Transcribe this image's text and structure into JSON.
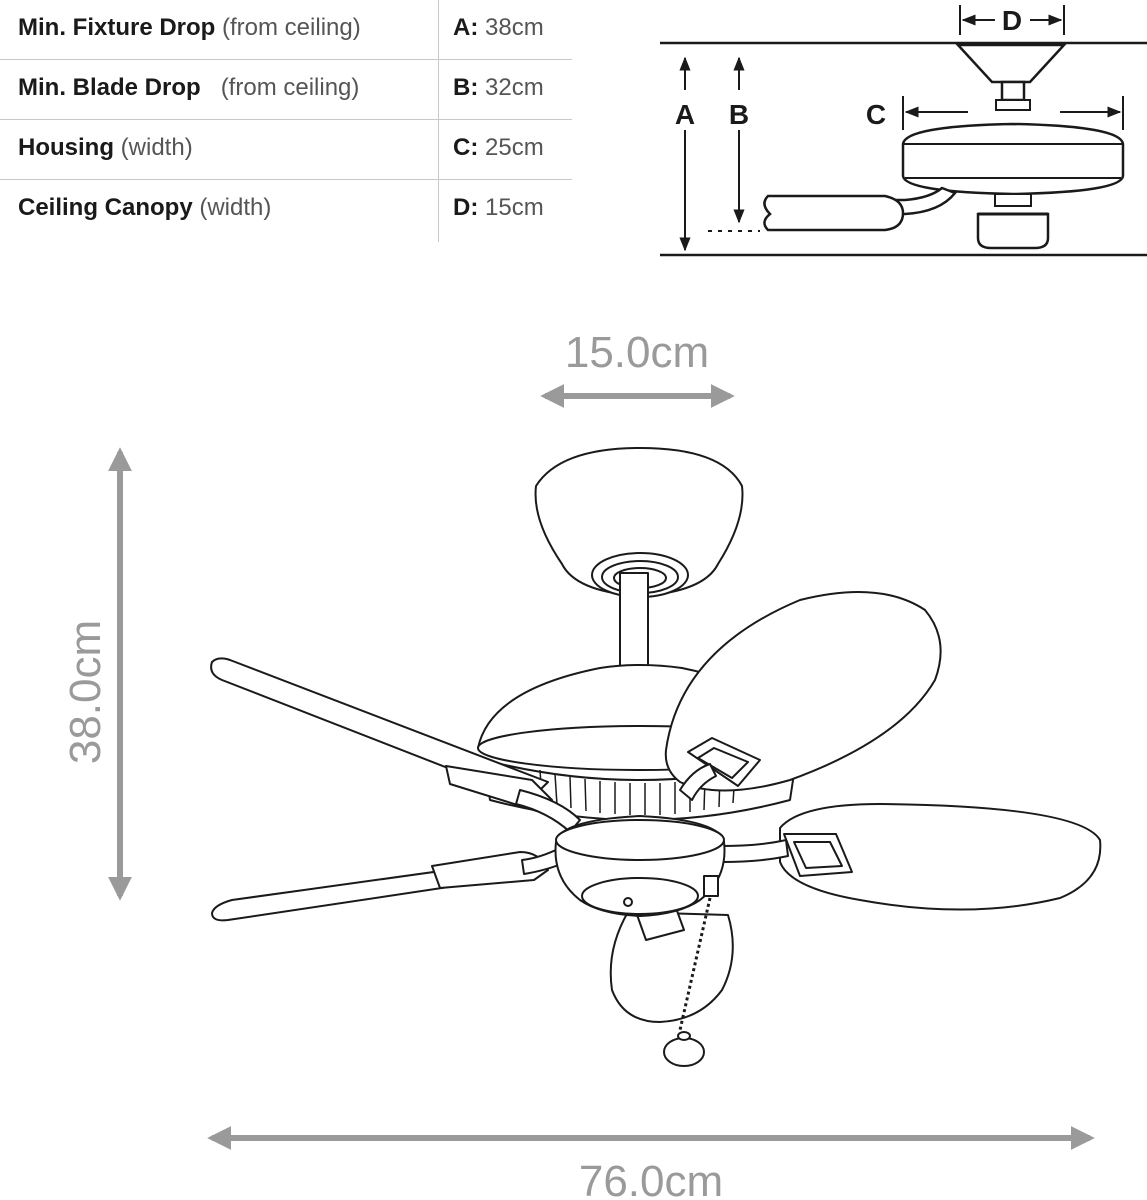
{
  "specs": [
    {
      "name": "Min. Fixture Drop",
      "note": "(from ceiling)",
      "key": "A:",
      "value": "38cm"
    },
    {
      "name": "Min. Blade Drop",
      "note": "(from ceiling)",
      "key": "B:",
      "value": "32cm"
    },
    {
      "name": "Housing",
      "note": "(width)",
      "key": "C:",
      "value": "25cm"
    },
    {
      "name": "Ceiling Canopy",
      "note": "(width)",
      "key": "D:",
      "value": "15cm"
    }
  ],
  "side_diagram": {
    "letters": {
      "a": "A",
      "b": "B",
      "c": "C",
      "d": "D"
    }
  },
  "dimensions": {
    "canopy_width": "15.0cm",
    "height": "38.0cm",
    "span": "76.0cm"
  },
  "colors": {
    "dimension_gray": "#9a9a9a",
    "line_black": "#1a1a1a"
  }
}
